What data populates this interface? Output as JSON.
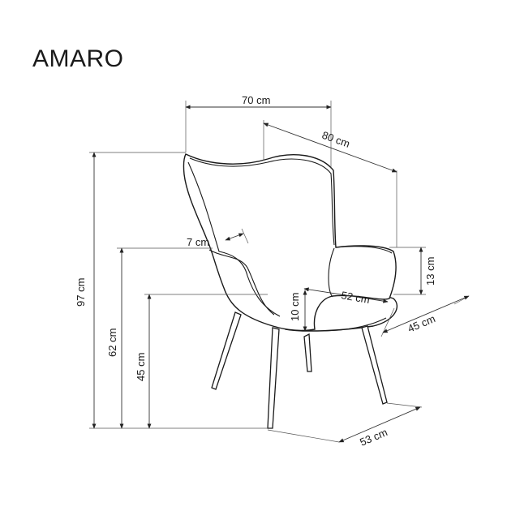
{
  "title": "AMARO",
  "dimensions": {
    "width_top": "70 cm",
    "depth_top": "80 cm",
    "wing_thickness": "7 cm",
    "armrest_height": "13 cm",
    "seat_depth": "52 cm",
    "seat_thickness": "10 cm",
    "seat_width": "45 cm",
    "base_width": "53 cm",
    "total_height": "97 cm",
    "armrest_floor_height": "62 cm",
    "seat_height": "45 cm"
  }
}
